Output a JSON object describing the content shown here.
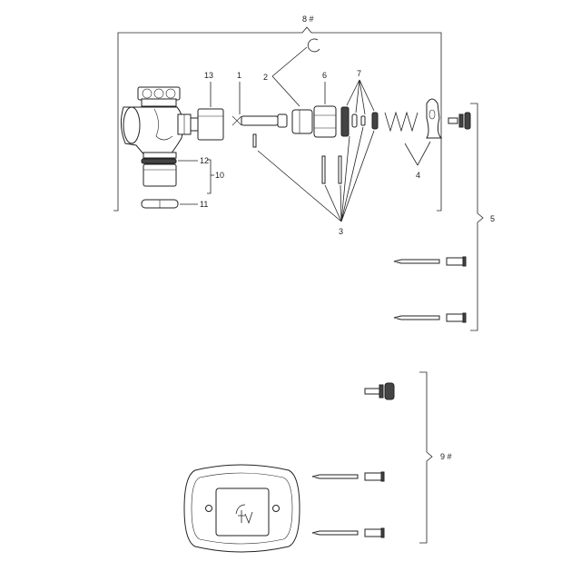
{
  "labels": {
    "kit_top": "8 #",
    "p13": "13",
    "p1": "1",
    "p2": "2",
    "p6": "6",
    "p7": "7",
    "p12": "12",
    "p10": "10",
    "p11": "11",
    "p4": "4",
    "p3": "3",
    "p5": "5",
    "kit_bottom": "9 #"
  },
  "icons": {
    "logo": "fv-logo-icon"
  }
}
